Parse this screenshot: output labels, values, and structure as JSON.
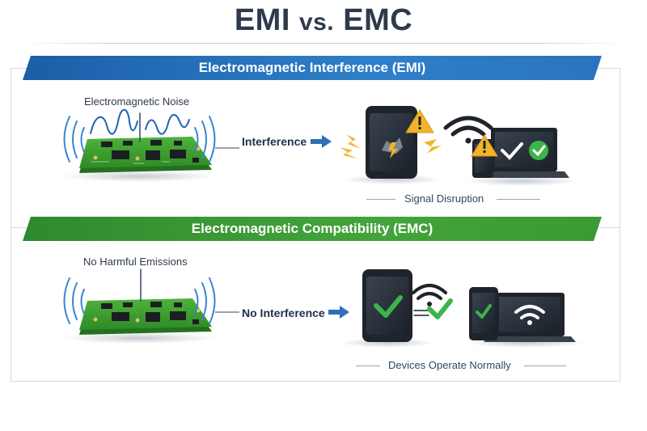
{
  "title": {
    "main": "EMI",
    "vs": "vs.",
    "tail": "EMC"
  },
  "emi": {
    "banner": "Electromagnetic Interference (EMI)",
    "source_label": "Electromagnetic Noise",
    "arrow_label": "Interference",
    "caption": "Signal Disruption"
  },
  "emc": {
    "banner": "Electromagnetic Compatibility (EMC)",
    "source_label": "No Harmful Emissions",
    "arrow_label": "No Interference",
    "caption": "Devices Operate Normally"
  },
  "colors": {
    "emi_banner": "#2f7fc9",
    "emc_banner": "#44a43b",
    "warning": "#f2b52a",
    "check": "#3bb54a",
    "pcb": "#3a9a2e"
  }
}
